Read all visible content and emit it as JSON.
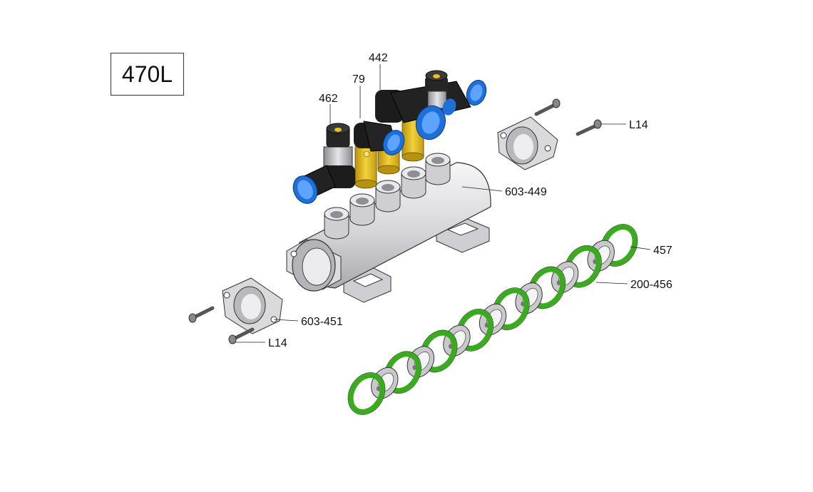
{
  "model_label": "470L",
  "callouts": {
    "c442": "442",
    "c79": "79",
    "c462": "462",
    "c603_449": "603-449",
    "c603_451": "603-451",
    "c457": "457",
    "c200_456": "200-456",
    "l14_top": "L14",
    "l14_bottom": "L14"
  },
  "colors": {
    "fitting": "#1c1c1c",
    "fitting_ring": "#1e6fd8",
    "brass": "#e9c21a",
    "housing": "#d8d8dc",
    "o_ring": "#3aaa1e",
    "spacer": "#c9c9cc"
  }
}
